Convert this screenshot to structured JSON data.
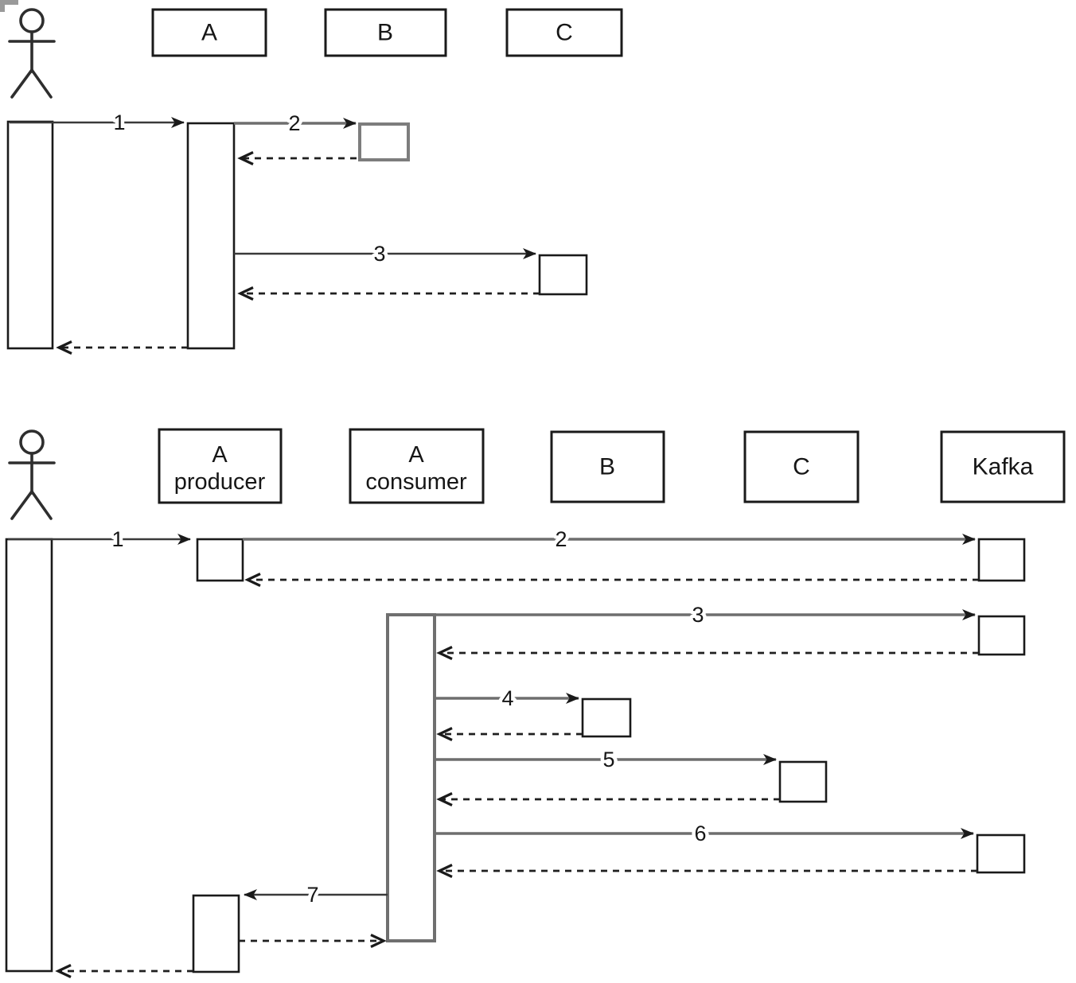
{
  "colors": {
    "background": "#ffffff",
    "ink": "#1a1a1a",
    "highlight_gray": "#7d7d7d",
    "corner_artifact_gray": "#9a9a9a"
  },
  "top_diagram": {
    "participants": [
      {
        "label": "A"
      },
      {
        "label": "B"
      },
      {
        "label": "C"
      }
    ],
    "messages": [
      {
        "num": "1"
      },
      {
        "num": "2"
      },
      {
        "num": "3"
      }
    ]
  },
  "bottom_diagram": {
    "participants": [
      {
        "label_line1": "A",
        "label_line2": "producer"
      },
      {
        "label_line1": "A",
        "label_line2": "consumer"
      },
      {
        "label": "B"
      },
      {
        "label": "C"
      },
      {
        "label": "Kafka"
      }
    ],
    "messages": [
      {
        "num": "1"
      },
      {
        "num": "2"
      },
      {
        "num": "3"
      },
      {
        "num": "4"
      },
      {
        "num": "5"
      },
      {
        "num": "6"
      },
      {
        "num": "7"
      }
    ]
  }
}
